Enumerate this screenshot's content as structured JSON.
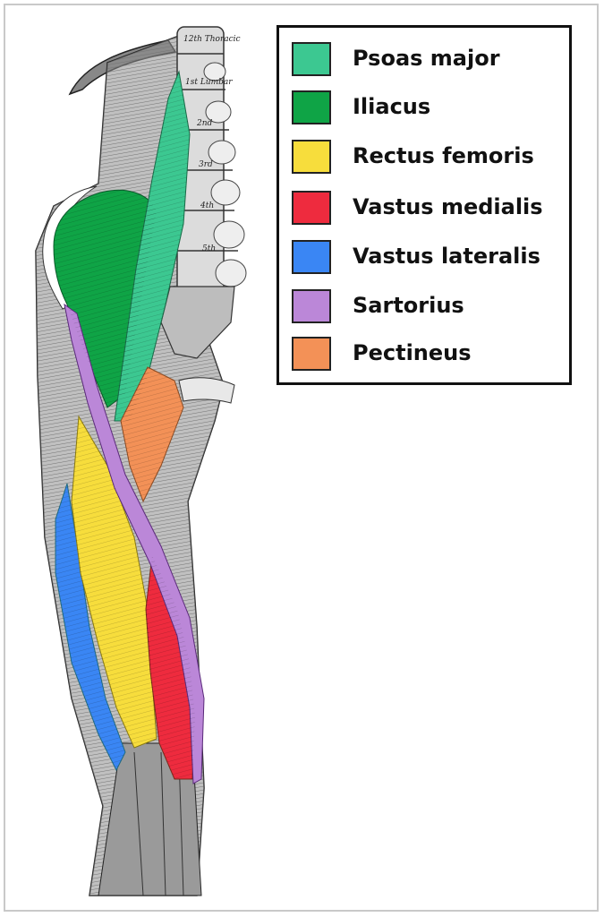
{
  "illustration": {
    "vertebra_labels": [
      "12th Thoracic",
      "1st Lumbar",
      "2nd",
      "3rd",
      "4th",
      "5th"
    ]
  },
  "legend": {
    "items": [
      {
        "label": "Psoas major",
        "color": "#3cc891"
      },
      {
        "label": "Iliacus",
        "color": "#0fa446"
      },
      {
        "label": "Rectus femoris",
        "color": "#f7dd3c"
      },
      {
        "label": "Vastus medialis",
        "color": "#ee2b3e"
      },
      {
        "label": "Vastus lateralis",
        "color": "#3a86f4"
      },
      {
        "label": "Sartorius",
        "color": "#bb87d8"
      },
      {
        "label": "Pectineus",
        "color": "#f39157"
      }
    ]
  }
}
